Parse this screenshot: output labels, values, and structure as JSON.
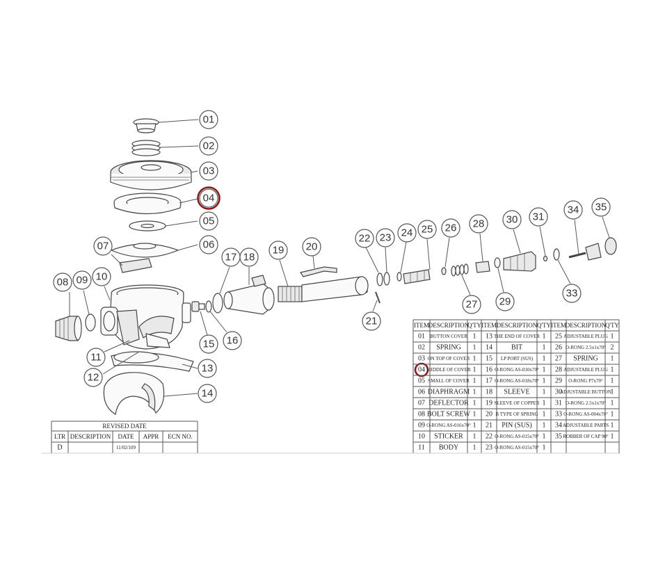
{
  "callouts": [
    "01",
    "02",
    "03",
    "04",
    "05",
    "06",
    "07",
    "08",
    "09",
    "10",
    "11",
    "12",
    "13",
    "14",
    "15",
    "16",
    "17",
    "18",
    "19",
    "20",
    "21",
    "22",
    "23",
    "24",
    "25",
    "26",
    "27",
    "28",
    "29",
    "30",
    "31",
    "33",
    "34",
    "35"
  ],
  "highlighted_callout": "04",
  "highlight_color": "#8b1a1a",
  "parts_table": {
    "headers": [
      "ITEM",
      "DESCRIPTION",
      "Q'TY",
      "ITEM",
      "DESCRIPTION",
      "Q'TY",
      "ITEM",
      "DESCRIPTION",
      "Q'TY"
    ],
    "rows": [
      [
        "01",
        "BUTTON COVER",
        "1",
        "13",
        "THE END OF COVER",
        "1",
        "25",
        "ADJUSTABLE PLUG",
        "1"
      ],
      [
        "02",
        "SPRING",
        "1",
        "14",
        "BIT",
        "1",
        "26",
        "O-RONG 2.5x1x70°",
        "2"
      ],
      [
        "03",
        "ON TOP OF COVER",
        "1",
        "15",
        "LP PORT (SUS)",
        "1",
        "27",
        "SPRING",
        "1"
      ],
      [
        "04",
        "MIDDLE OF COVER",
        "1",
        "16",
        "O-RONG AS-010x70°",
        "1",
        "28",
        "ADJUSTABLE PLUG",
        "1"
      ],
      [
        "05",
        "SMALL OF COVER",
        "1",
        "17",
        "O-RONG AS-018x70°",
        "1",
        "29",
        "O-RONG P7x70°",
        "1"
      ],
      [
        "06",
        "DIAPHRAGM",
        "1",
        "18",
        "SLEEVE",
        "1",
        "30",
        "ADJUSTABLE BUTTON",
        "1"
      ],
      [
        "07",
        "DEFLECTOR",
        "1",
        "19",
        "SLEEVE OF COPPER",
        "1",
        "31",
        "O-RONG 2.5x1x70°",
        "1"
      ],
      [
        "08",
        "BOLT SCREW",
        "1",
        "20",
        "B TYPE OF SPRING",
        "1",
        "33",
        "O-RONG AS-004x70°",
        "1"
      ],
      [
        "09",
        "O-RONG AS-016x70°",
        "1",
        "21",
        "PIN (SUS)",
        "1",
        "34",
        "ADJUSTABLE PARTS",
        "1"
      ],
      [
        "10",
        "STICKER",
        "1",
        "22",
        "O-RONG AS-015x70°",
        "1",
        "35",
        "ROBBER OF CAP 90°",
        "1"
      ],
      [
        "11",
        "BODY",
        "1",
        "23",
        "O-RONG AS-015x70°",
        "1",
        "",
        "",
        " "
      ]
    ]
  },
  "revision_table": {
    "title": "REVISED DATE",
    "headers": [
      "LTR",
      "DESCRIPTION",
      "DATE",
      "APPR",
      "ECN NO."
    ],
    "rows": [
      [
        "D",
        "",
        "11/02/109",
        "",
        ""
      ]
    ]
  }
}
